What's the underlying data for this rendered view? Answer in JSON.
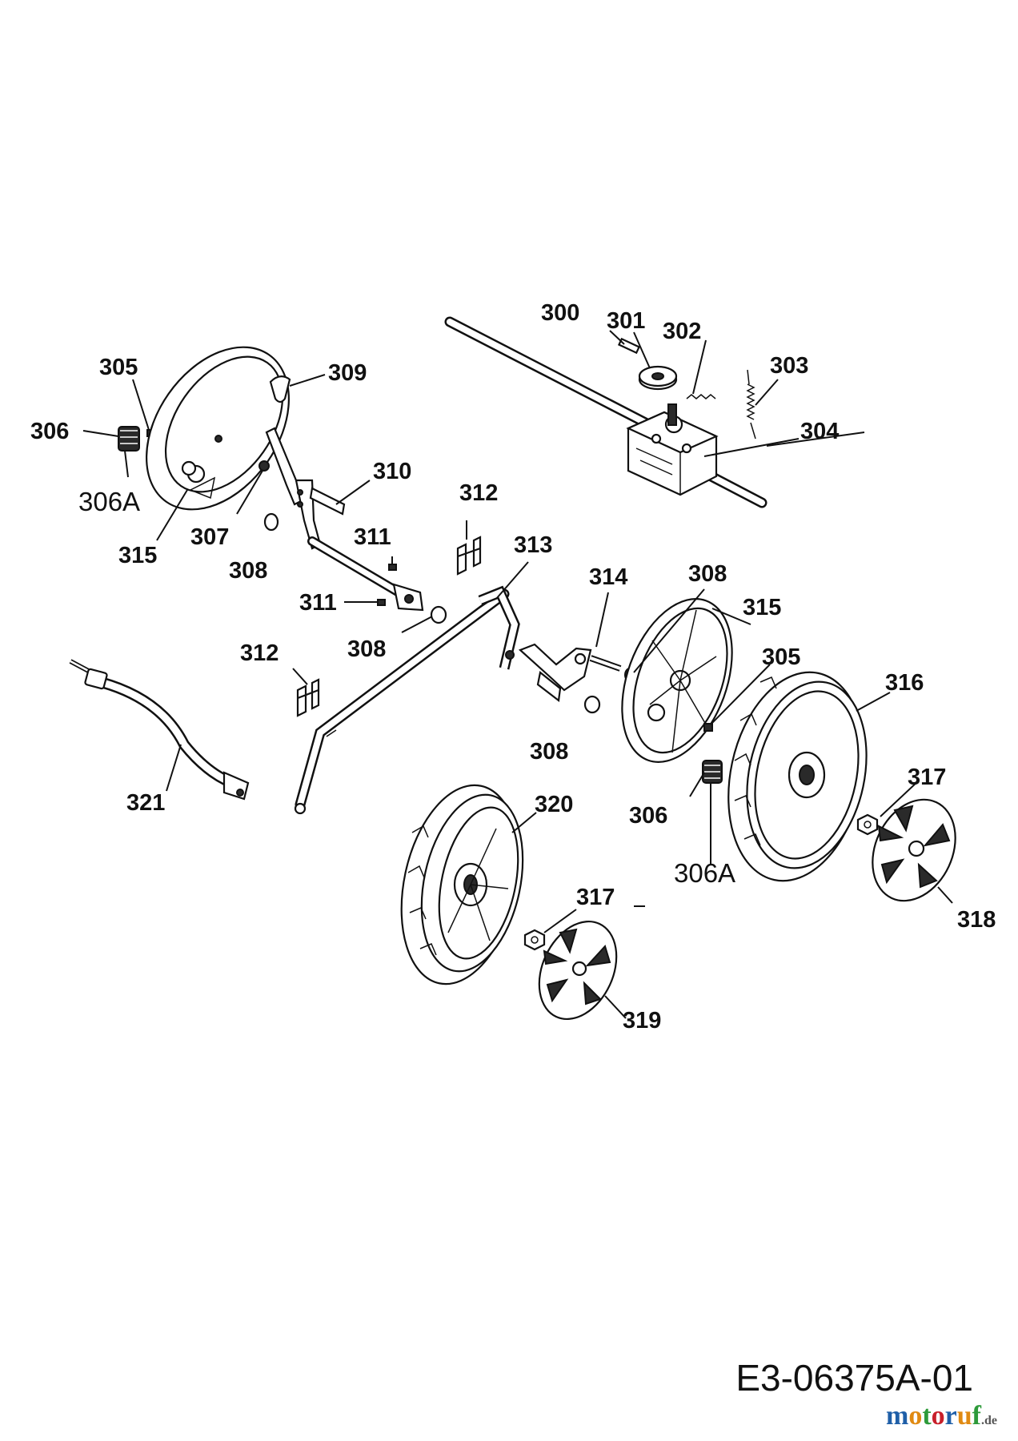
{
  "diagram": {
    "drawing_code": "E3-06375A-01",
    "brand": {
      "parts": [
        "m",
        "o",
        "t",
        "o",
        "r",
        "u",
        "f"
      ],
      "suffix": ".de",
      "colors": [
        "#1f5fa8",
        "#e08a12",
        "#2d9a3a",
        "#c8202a",
        "#1f5fa8",
        "#e08a12",
        "#2d9a3a"
      ]
    },
    "labels": {
      "p300": "300",
      "p301": "301",
      "p302": "302",
      "p303": "303",
      "p304": "304",
      "p305a": "305",
      "p305b": "305",
      "p306a": "306",
      "p306b": "306",
      "p306Aa": "306A",
      "p306Ab": "306A",
      "p307": "307",
      "p308a": "308",
      "p308b": "308",
      "p308c": "308",
      "p308d": "308",
      "p309": "309",
      "p310": "310",
      "p311a": "311",
      "p311b": "311",
      "p312a": "312",
      "p312b": "312",
      "p313": "313",
      "p314": "314",
      "p315a": "315",
      "p315b": "315",
      "p316": "316",
      "p317a": "317",
      "p317b": "317",
      "p318": "318",
      "p319": "319",
      "p320": "320",
      "p321": "321"
    }
  }
}
